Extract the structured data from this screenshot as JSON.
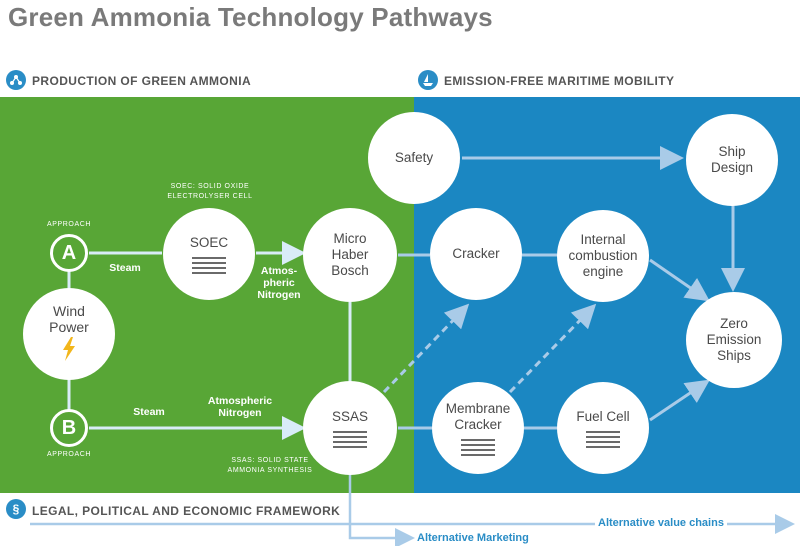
{
  "title": "Green Ammonia Technology Pathways",
  "sections": {
    "production": {
      "label": "PRODUCTION OF GREEN AMMONIA",
      "icon": "molecule-icon"
    },
    "maritime": {
      "label": "EMISSION-FREE MARITIME MOBILITY",
      "icon": "ship-icon"
    },
    "legal": {
      "label": "LEGAL, POLITICAL AND ECONOMIC FRAMEWORK",
      "icon": "paragraph-icon",
      "symbol": "§"
    }
  },
  "colors": {
    "green": "#58a636",
    "blue": "#1b87c2",
    "arrow": "#a9cbe8"
  },
  "approach_a": {
    "caption": "APPROACH",
    "letter": "A"
  },
  "approach_b": {
    "caption": "APPROACH",
    "letter": "B"
  },
  "nodes": {
    "wind": {
      "line1": "Wind",
      "line2": "Power",
      "icon": "lightning-icon"
    },
    "soec": {
      "label": "SOEC"
    },
    "soec_note": {
      "line1": "SOEC: SOLID OXIDE",
      "line2": "ELECTROLYSER CELL"
    },
    "haber": {
      "line1": "Micro",
      "line2": "Haber",
      "line3": "Bosch"
    },
    "ssas": {
      "label": "SSAS"
    },
    "ssas_note": {
      "line1": "SSAS: SOLID STATE",
      "line2": "AMMONIA SYNTHESIS"
    },
    "safety": {
      "label": "Safety"
    },
    "ship_design": {
      "line1": "Ship",
      "line2": "Design"
    },
    "cracker": {
      "label": "Cracker"
    },
    "ice": {
      "line1": "Internal",
      "line2": "combustion",
      "line3": "engine"
    },
    "zero": {
      "line1": "Zero",
      "line2": "Emission",
      "line3": "Ships"
    },
    "membrane": {
      "line1": "Membrane",
      "line2": "Cracker"
    },
    "fuel_cell": {
      "label": "Fuel Cell"
    }
  },
  "edge_labels": {
    "steam_a": "Steam",
    "atmo_a": {
      "line1": "Atmos-",
      "line2": "pheric",
      "line3": "Nitrogen"
    },
    "steam_b": "Steam",
    "atmo_b": {
      "line1": "Atmospheric",
      "line2": "Nitrogen"
    }
  },
  "bottom": {
    "alt_marketing": "Alternative Marketing",
    "alt_chains": "Alternative value chains"
  }
}
